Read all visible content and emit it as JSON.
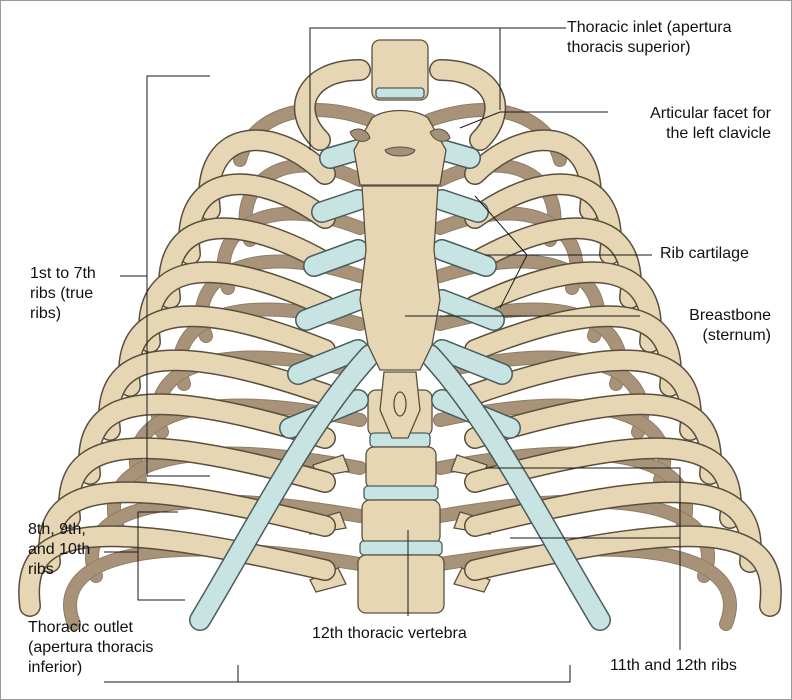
{
  "labels": {
    "thoracic_inlet": "Thoracic inlet (apertura\nthoracis superior)",
    "articular_facet": "Articular facet for\nthe left clavicle",
    "rib_cartilage": "Rib cartilage",
    "breastbone": "Breastbone\n(sternum)",
    "true_ribs": "1st to 7th\nribs (true\nribs)",
    "ribs_8_10": "8th, 9th,\nand 10th\nribs",
    "thoracic_outlet": "Thoracic outlet\n(apertura thoracis\ninferior)",
    "vertebra_12": "12th thoracic vertebra",
    "ribs_11_12": "11th and 12th ribs"
  },
  "colors": {
    "bone": "#e6d6b4",
    "bone_shadow": "#a4917a",
    "cartilage": "#c7e4e3",
    "outline": "#5a4f3c",
    "leader": "#1a1a1a"
  }
}
